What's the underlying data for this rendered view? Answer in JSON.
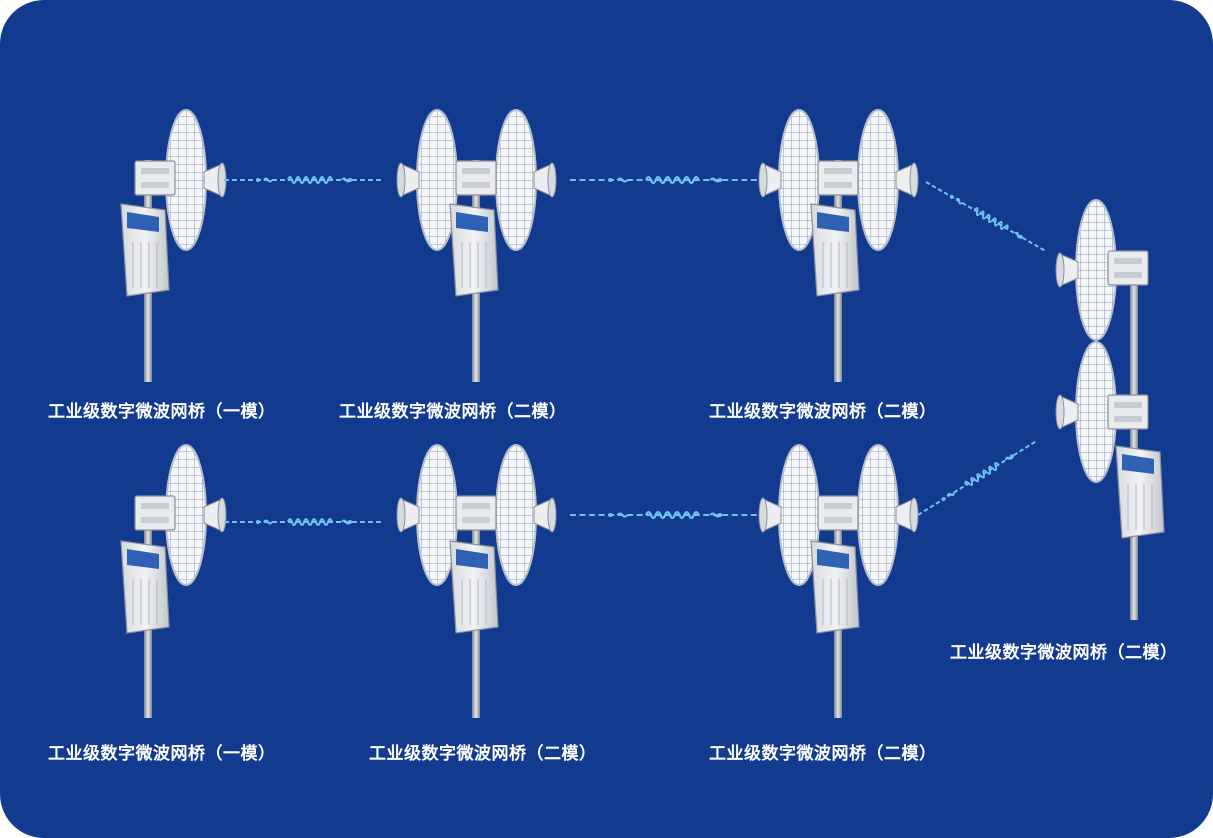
{
  "colors": {
    "background": "#123b8f",
    "signal": "#6ec3f0",
    "label": "#ffffff"
  },
  "nodes": [
    {
      "type": "single",
      "label": "工业级数字微波网桥（一模）"
    },
    {
      "type": "dual",
      "label": "工业级数字微波网桥（二模）"
    },
    {
      "type": "dual",
      "label": "工业级数字微波网桥（二模）"
    },
    {
      "type": "single",
      "label": "工业级数字微波网桥（一模）"
    },
    {
      "type": "dual",
      "label": "工业级数字微波网桥（二模）"
    },
    {
      "type": "dual",
      "label": "工业级数字微波网桥（二模）"
    },
    {
      "type": "dual-vertical",
      "label": "工业级数字微波网桥（二模）"
    }
  ]
}
